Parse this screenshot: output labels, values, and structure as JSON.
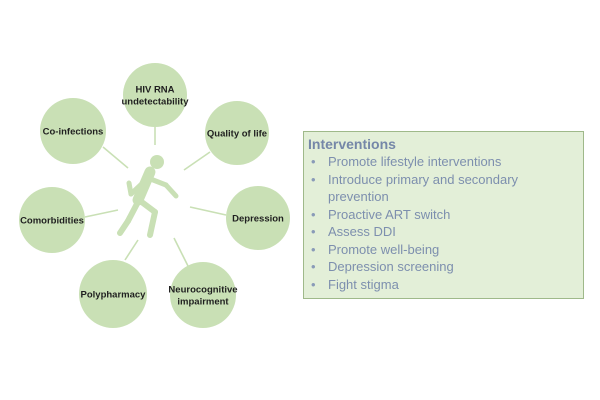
{
  "diagram": {
    "center_icon": "walking-person-icon",
    "nodes": [
      {
        "id": "hiv-rna",
        "lines": [
          "HIV RNA",
          "undetectability"
        ]
      },
      {
        "id": "quality-of-life",
        "lines": [
          "Quality of life"
        ]
      },
      {
        "id": "depression",
        "lines": [
          "Depression"
        ]
      },
      {
        "id": "neurocognitive",
        "lines": [
          "Neurocognitive",
          "impairment"
        ]
      },
      {
        "id": "polypharmacy",
        "lines": [
          "Polypharmacy"
        ]
      },
      {
        "id": "comorbidities",
        "lines": [
          "Comorbidities"
        ]
      },
      {
        "id": "co-infections",
        "lines": [
          "Co-infections"
        ]
      }
    ]
  },
  "interventions": {
    "title": "Interventions",
    "items": [
      "Promote lifestyle interventions",
      "Introduce primary and secondary prevention",
      "Proactive ART switch",
      "Assess DDI",
      "Promote well-being",
      "Depression screening",
      "Fight stigma"
    ]
  },
  "colors": {
    "node_fill": "#c9e0b5",
    "figure": "#c9e0b5",
    "connector": "#c9e0b5",
    "box_fill": "#e3efd8",
    "box_border": "#9fb98a",
    "box_text": "#7d8fae"
  }
}
